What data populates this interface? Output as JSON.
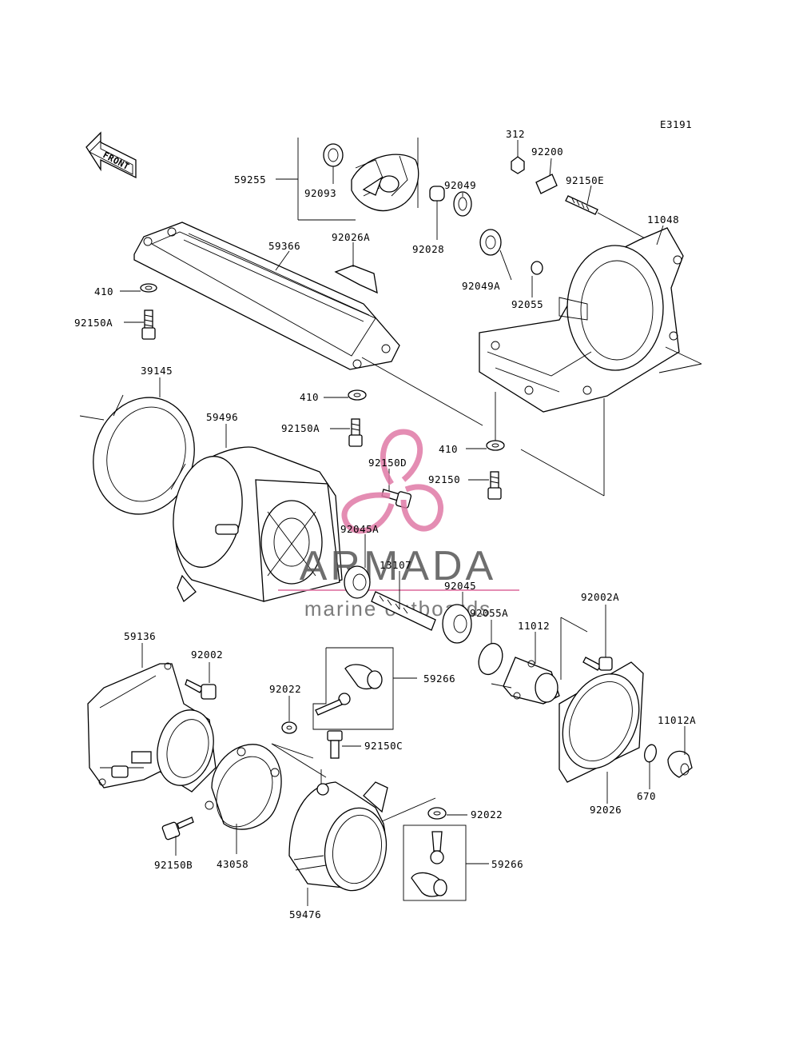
{
  "diagram_code": "E3191",
  "front_label": "FRONT",
  "watermark": {
    "brand": "ARMADA",
    "tagline": "marine outboards",
    "color": "#e07aa6"
  },
  "labels": {
    "p59255": "59255",
    "p92093": "92093",
    "p312": "312",
    "p92200": "92200",
    "p92150E": "92150E",
    "p11048": "11048",
    "p92049": "92049",
    "p92028": "92028",
    "p92049A": "92049A",
    "p92055": "92055",
    "p59366": "59366",
    "p92026A": "92026A",
    "p410a": "410",
    "p92150Aa": "92150A",
    "p410b": "410",
    "p39145": "39145",
    "p59496": "59496",
    "p92150Ab": "92150A",
    "p410c": "410",
    "p92150D": "92150D",
    "p92150": "92150",
    "p92045A": "92045A",
    "p13107": "13107",
    "p92045": "92045",
    "p92055A": "92055A",
    "p92002A": "92002A",
    "p11012": "11012",
    "p59136": "59136",
    "p92002": "92002",
    "p92022a": "92022",
    "p59266a": "59266",
    "p92150C": "92150C",
    "p11012A": "11012A",
    "p92026": "92026",
    "p670": "670",
    "p92022b": "92022",
    "p59266b": "59266",
    "p92150B": "92150B",
    "p43058": "43058",
    "p59476": "59476"
  }
}
